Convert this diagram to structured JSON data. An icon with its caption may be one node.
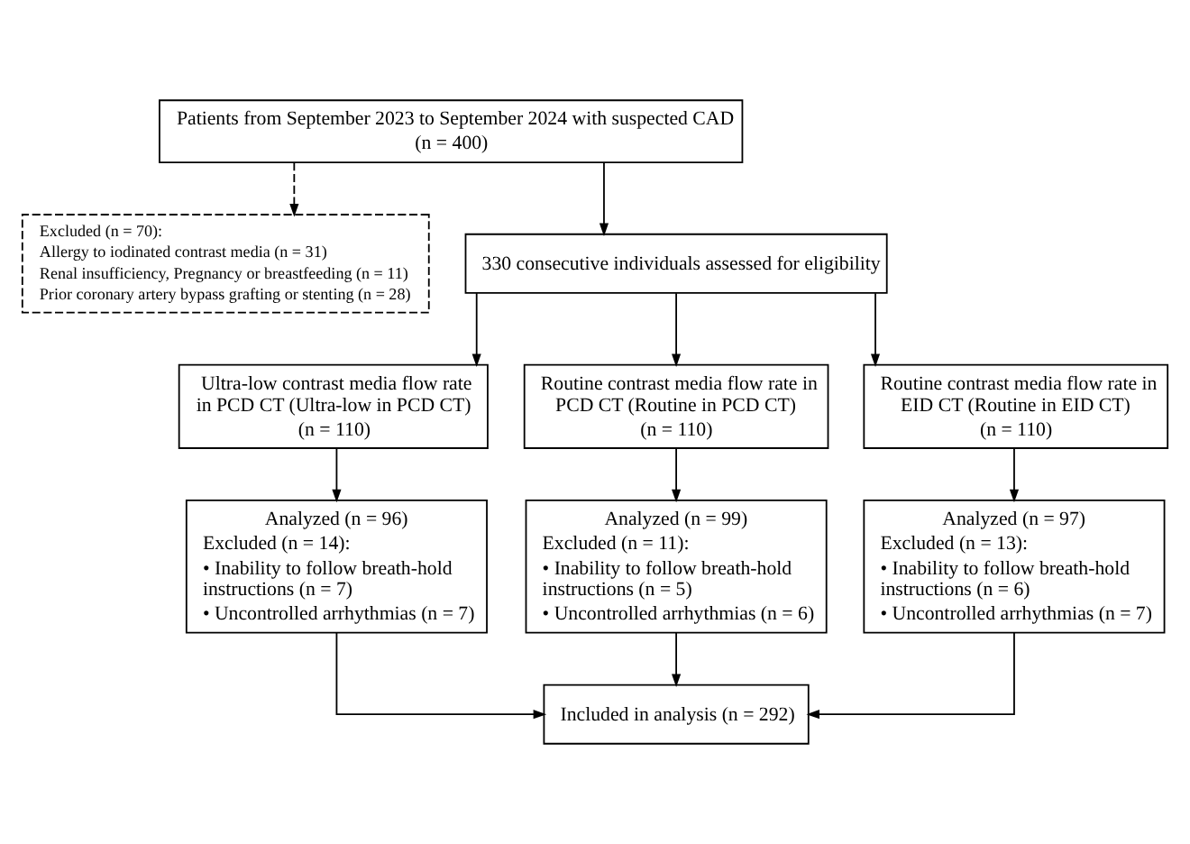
{
  "diagram": {
    "nodes": [
      {
        "text": [
          "Patients from September 2023 to September 2024 with suspected CAD",
          "(n = 400)"
        ]
      },
      {
        "text": [
          "Excluded (n = 70):",
          "Allergy to iodinated contrast media (n = 31)",
          "Renal insufficiency, Pregnancy or breastfeeding (n = 11)",
          "Prior coronary artery bypass grafting or stenting (n = 28)"
        ]
      },
      {
        "text": [
          "330 consecutive individuals assessed for eligibility"
        ]
      },
      {
        "text": [
          "Ultra-low contrast media flow rate in PCD CT (Ultra-low in PCD CT)",
          "(n = 110)"
        ]
      },
      {
        "text": [
          "Routine contrast media flow rate in PCD CT (Routine in PCD CT)",
          "(n = 110)"
        ]
      },
      {
        "text": [
          "Routine contrast media flow rate in EID CT (Routine in EID CT)",
          "(n = 110)"
        ]
      },
      {
        "text": [
          "Analyzed (n = 96)",
          "Excluded (n = 14):",
          "• Inability to follow breath-hold instructions (n = 7)",
          "• Uncontrolled arrhythmias (n = 7)"
        ]
      },
      {
        "text": [
          "Analyzed (n = 99)",
          "Excluded (n = 11):",
          "• Inability to follow breath-hold instructions (n = 5)",
          "• Uncontrolled arrhythmias (n = 6)"
        ]
      },
      {
        "text": [
          "Analyzed (n = 97)",
          "Excluded (n = 13):",
          "• Inability to follow breath-hold instructions (n = 6)",
          "• Uncontrolled arrhythmias (n = 7)"
        ]
      },
      {
        "text": [
          "Included in analysis (n = 292)"
        ]
      }
    ],
    "edges": [
      {
        "from": 0,
        "to": 2,
        "arrow": "to"
      },
      {
        "from": 0,
        "to": 1,
        "arrow": "to",
        "style": "dashed"
      },
      {
        "from": 2,
        "to": 3,
        "arrow": "to"
      },
      {
        "from": 2,
        "to": 4,
        "arrow": "to"
      },
      {
        "from": 2,
        "to": 5,
        "arrow": "to"
      },
      {
        "from": 3,
        "to": 6,
        "arrow": "to"
      },
      {
        "from": 4,
        "to": 7,
        "arrow": "to"
      },
      {
        "from": 5,
        "to": 8,
        "arrow": "to"
      },
      {
        "from": 6,
        "to": 9,
        "arrow": "to"
      },
      {
        "from": 7,
        "to": 9,
        "arrow": "to"
      },
      {
        "from": 8,
        "to": 9,
        "arrow": "to"
      }
    ]
  }
}
